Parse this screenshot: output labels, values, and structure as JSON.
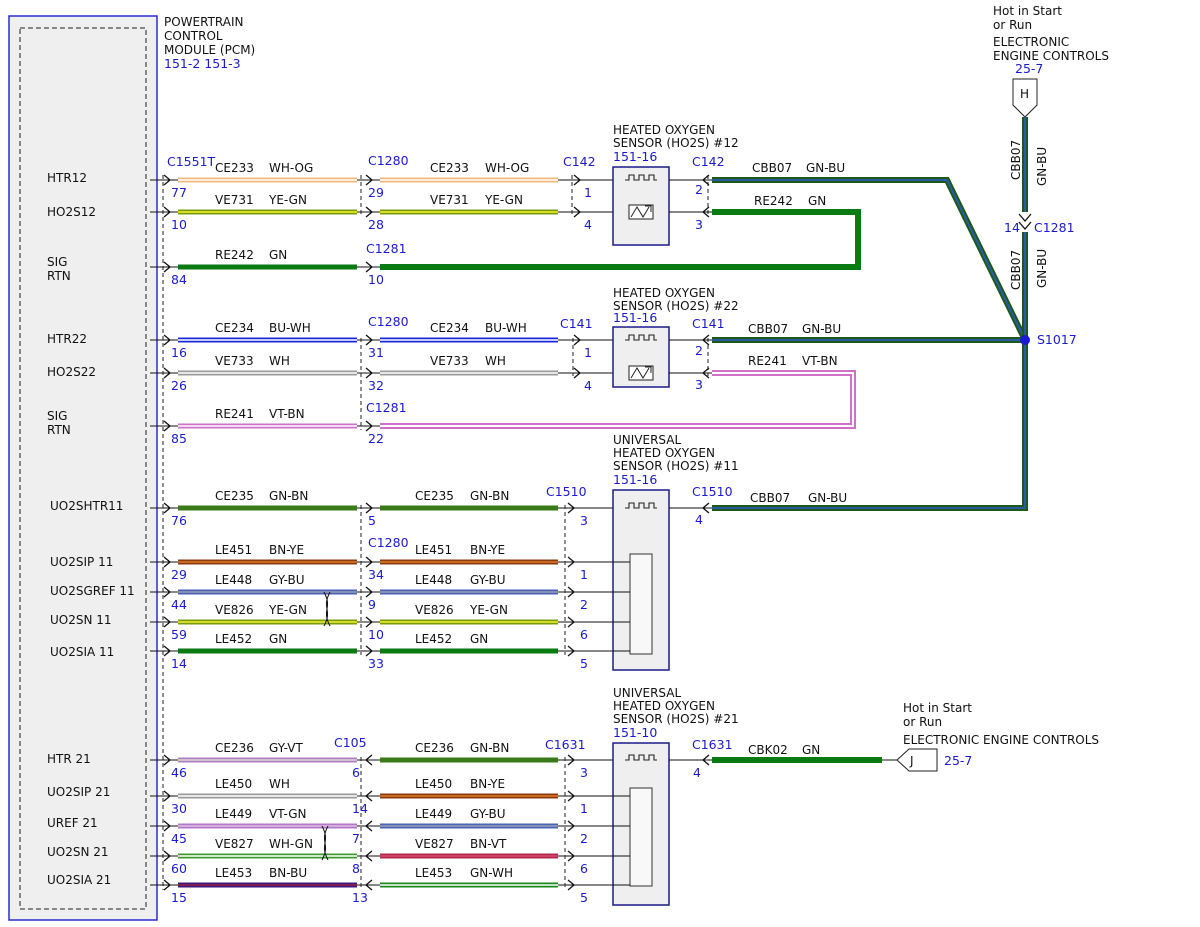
{
  "pcm": {
    "title": [
      "POWERTRAIN",
      "CONTROL",
      "MODULE (PCM)"
    ],
    "ref": "151-2 151-3",
    "connector": "C1551T"
  },
  "pins": [
    {
      "lines": [
        "HTR12"
      ]
    },
    {
      "lines": [
        "HO2S12"
      ]
    },
    {
      "lines": [
        "SIG",
        "RTN"
      ]
    },
    {
      "lines": [
        "HTR22"
      ]
    },
    {
      "lines": [
        "HO2S22"
      ]
    },
    {
      "lines": [
        "SIG",
        "RTN"
      ]
    },
    {
      "lines": [
        "UO2SHTR11"
      ]
    },
    {
      "lines": [
        "UO2SIP 11"
      ]
    },
    {
      "lines": [
        "UO2SGREF 11"
      ]
    },
    {
      "lines": [
        "UO2SN 11"
      ]
    },
    {
      "lines": [
        "UO2SIA 11"
      ]
    },
    {
      "lines": [
        "HTR 21"
      ]
    },
    {
      "lines": [
        "UO2SIP 21"
      ]
    },
    {
      "lines": [
        "UREF 21"
      ]
    },
    {
      "lines": [
        "UO2SN 21"
      ]
    },
    {
      "lines": [
        "UO2SIA 21"
      ]
    }
  ],
  "wires": [
    {
      "pcm": "77",
      "l1": "CE233",
      "l1c": "WH-OG",
      "mid": "29",
      "l2": "CE233",
      "l2c": "WH-OG",
      "end": "1"
    },
    {
      "pcm": "10",
      "l1": "VE731",
      "l1c": "YE-GN",
      "mid": "28",
      "l2": "VE731",
      "l2c": "YE-GN",
      "end": "4"
    },
    {
      "pcm": "84",
      "l1": "RE242",
      "l1c": "GN",
      "mid": "10"
    },
    {
      "pcm": "16",
      "l1": "CE234",
      "l1c": "BU-WH",
      "mid": "31",
      "l2": "CE234",
      "l2c": "BU-WH",
      "end": "1"
    },
    {
      "pcm": "26",
      "l1": "VE733",
      "l1c": "WH",
      "mid": "32",
      "l2": "VE733",
      "l2c": "WH",
      "end": "4"
    },
    {
      "pcm": "85",
      "l1": "RE241",
      "l1c": "VT-BN",
      "mid": "22"
    },
    {
      "pcm": "76",
      "l1": "CE235",
      "l1c": "GN-BN",
      "mid": "5",
      "l2": "CE235",
      "l2c": "GN-BN",
      "end": "3"
    },
    {
      "pcm": "29",
      "l1": "LE451",
      "l1c": "BN-YE",
      "mid": "34",
      "l2": "LE451",
      "l2c": "BN-YE",
      "end": "1"
    },
    {
      "pcm": "44",
      "l1": "LE448",
      "l1c": "GY-BU",
      "mid": "9",
      "l2": "LE448",
      "l2c": "GY-BU",
      "end": "2"
    },
    {
      "pcm": "59",
      "l1": "VE826",
      "l1c": "YE-GN",
      "mid": "10",
      "l2": "VE826",
      "l2c": "YE-GN",
      "end": "6"
    },
    {
      "pcm": "14",
      "l1": "LE452",
      "l1c": "GN",
      "mid": "33",
      "l2": "LE452",
      "l2c": "GN",
      "end": "5"
    },
    {
      "pcm": "46",
      "l1": "CE236",
      "l1c": "GY-VT",
      "mid": "6",
      "l2": "CE236",
      "l2c": "GN-BN",
      "end": "3"
    },
    {
      "pcm": "30",
      "l1": "LE450",
      "l1c": "WH",
      "mid": "14",
      "l2": "LE450",
      "l2c": "BN-YE",
      "end": "1"
    },
    {
      "pcm": "45",
      "l1": "LE449",
      "l1c": "VT-GN",
      "mid": "7",
      "l2": "LE449",
      "l2c": "GY-BU",
      "end": "2"
    },
    {
      "pcm": "60",
      "l1": "VE827",
      "l1c": "WH-GN",
      "mid": "8",
      "l2": "VE827",
      "l2c": "BN-VT",
      "end": "6"
    },
    {
      "pcm": "15",
      "l1": "LE453",
      "l1c": "BN-BU",
      "mid": "13",
      "l2": "LE453",
      "l2c": "GN-WH",
      "end": "5"
    }
  ],
  "connectors": {
    "c1280a": "C1280",
    "c1281a": "C1281",
    "c1280b": "C1280",
    "c1281b": "C1281",
    "c1280c": "C1280",
    "c105": "C105",
    "c142a": "C142",
    "c142b": "C142",
    "c141a": "C141",
    "c141b": "C141",
    "c1510a": "C1510",
    "c1510b": "C1510",
    "c1631a": "C1631",
    "c1631b": "C1631"
  },
  "sensors": {
    "s12": {
      "title": [
        "HEATED OXYGEN",
        "SENSOR (HO2S) #12"
      ],
      "ref": "151-16",
      "p2": "2",
      "p3": "3"
    },
    "s22": {
      "title": [
        "HEATED OXYGEN",
        "SENSOR (HO2S) #22"
      ],
      "ref": "151-16",
      "p2": "2",
      "p3": "3"
    },
    "s11": {
      "title": [
        "UNIVERSAL",
        "HEATED OXYGEN",
        "SENSOR (HO2S) #11"
      ],
      "ref": "151-16",
      "p4": "4"
    },
    "s21": {
      "title": [
        "UNIVERSAL",
        "HEATED OXYGEN",
        "SENSOR (HO2S) #21"
      ],
      "ref": "151-10",
      "p4": "4"
    }
  },
  "feed": {
    "top_hot": [
      "Hot in Start",
      "or Run"
    ],
    "top_eec": [
      "ELECTRONIC",
      "ENGINE CONTROLS"
    ],
    "top_ref": "25-7",
    "top_letter": "H",
    "cbb07": "CBB07",
    "gnbu": "GN-BU",
    "c1281": "C1281",
    "c1281_pin": "14",
    "splice": "S1017",
    "w12_hot": "CBB07",
    "w12_hot_c": "GN-BU",
    "w12_ret": "RE242",
    "w12_ret_c": "GN",
    "w22_hot": "CBB07",
    "w22_hot_c": "GN-BU",
    "w22_ret": "RE241",
    "w22_ret_c": "VT-BN",
    "w11_hot": "CBB07",
    "w11_hot_c": "GN-BU",
    "bot_hot": [
      "Hot in Start",
      "or Run"
    ],
    "bot_eec": "ELECTRONIC ENGINE CONTROLS",
    "bot_ref": "25-7",
    "bot_letter": "J",
    "w21_hot": "CBK02",
    "w21_hot_c": "GN"
  },
  "colors": {
    "blue": "#1a1ad4",
    "green": "#0a7a12",
    "darkgreen": "#1c6b18",
    "gnbu_blue": "#2a5aa8",
    "pink": "#d87ad0",
    "orange": "#e8a46a",
    "yellow": "#dede2a",
    "brown": "#7a4a14",
    "red": "#c8283c"
  }
}
